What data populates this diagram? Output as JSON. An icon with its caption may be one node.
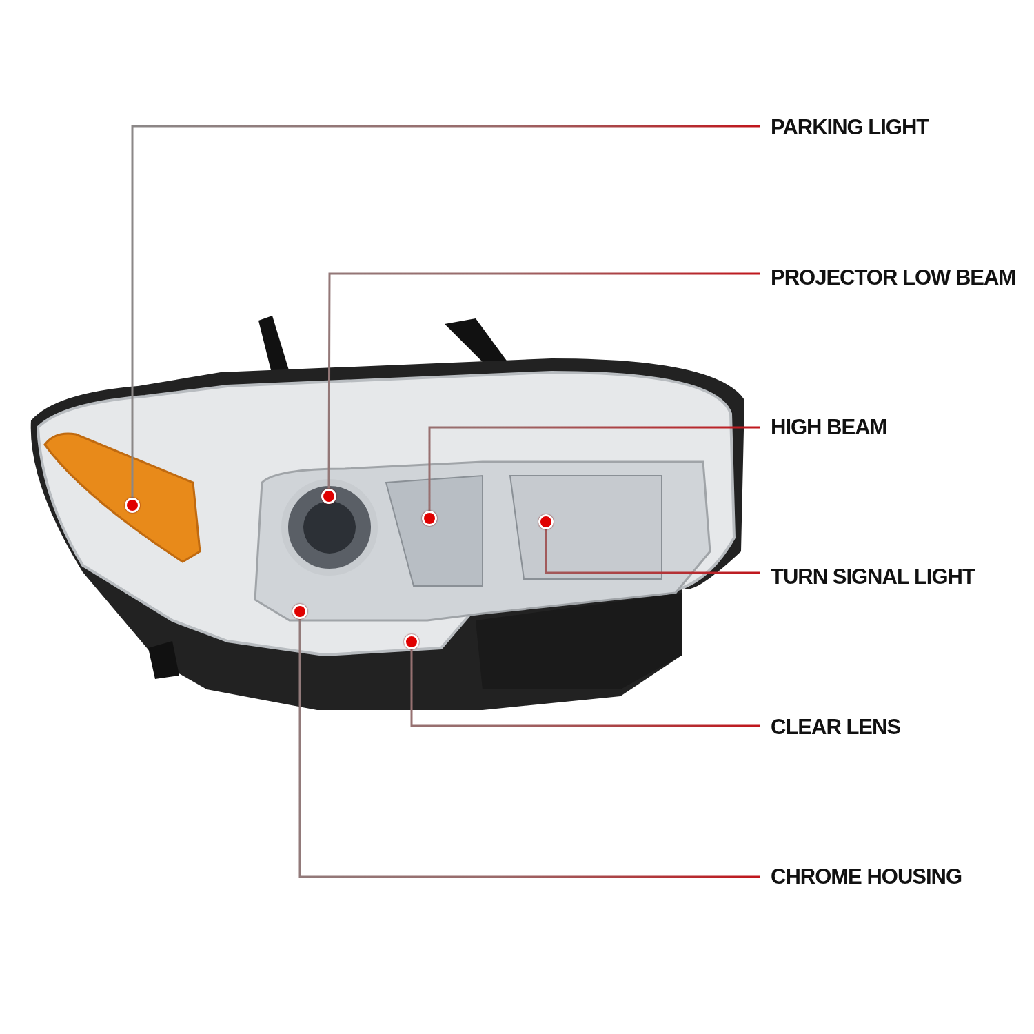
{
  "diagram": {
    "nodes": [
      {
        "text": [
          "PARKING LIGHT"
        ]
      },
      {
        "text": [
          "PROJECTOR LOW BEAM"
        ]
      },
      {
        "text": [
          "HIGH BEAM"
        ]
      },
      {
        "text": [
          "TURN SIGNAL LIGHT"
        ]
      },
      {
        "text": [
          "CLEAR LENS"
        ]
      },
      {
        "text": [
          "CHROME HOUSING"
        ]
      },
      {
        "text": [],
        "shape": "circle"
      },
      {
        "text": [],
        "shape": "circle"
      },
      {
        "text": [],
        "shape": "circle"
      },
      {
        "text": [],
        "shape": "circle"
      },
      {
        "text": [],
        "shape": "circle"
      },
      {
        "text": [],
        "shape": "circle"
      }
    ],
    "edges": [
      {
        "from": 0,
        "to": 6,
        "arrow": "none"
      },
      {
        "from": 1,
        "to": 7,
        "arrow": "none"
      },
      {
        "from": 2,
        "to": 9,
        "arrow": "none"
      },
      {
        "from": 3,
        "to": 10,
        "arrow": "none"
      },
      {
        "from": 4,
        "to": 11,
        "arrow": "none"
      },
      {
        "from": 5,
        "to": 8,
        "arrow": "none"
      }
    ]
  }
}
